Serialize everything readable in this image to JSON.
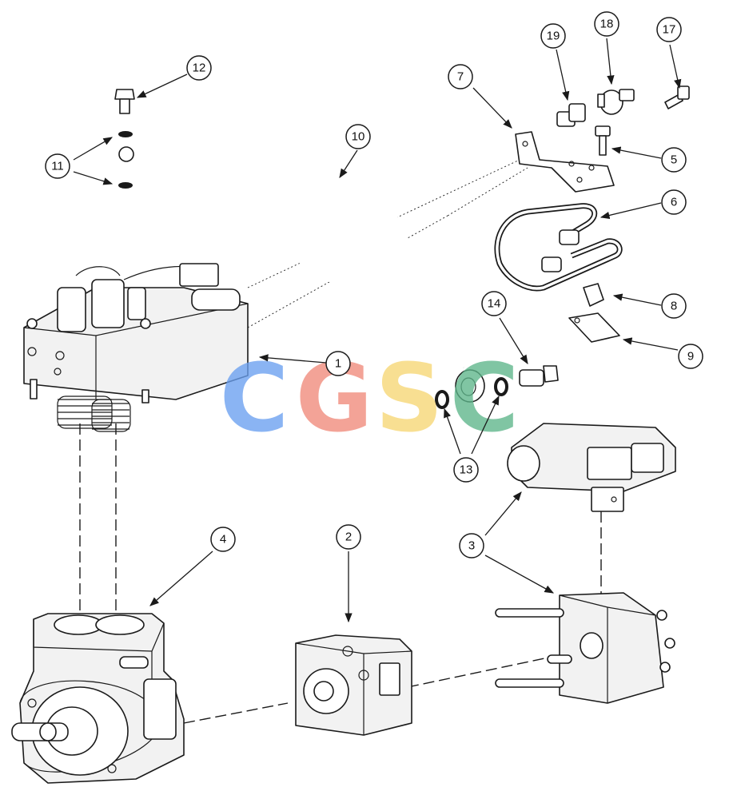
{
  "callouts": [
    "1",
    "2",
    "3",
    "4",
    "5",
    "6",
    "7",
    "8",
    "9",
    "10",
    "11",
    "12",
    "13",
    "14",
    "17",
    "18",
    "19"
  ],
  "watermark": {
    "letters": [
      "C",
      "G",
      "S",
      "C"
    ],
    "colors": [
      "#6aa0f0",
      "#f08a7a",
      "#f7d774",
      "#5db58a"
    ]
  }
}
